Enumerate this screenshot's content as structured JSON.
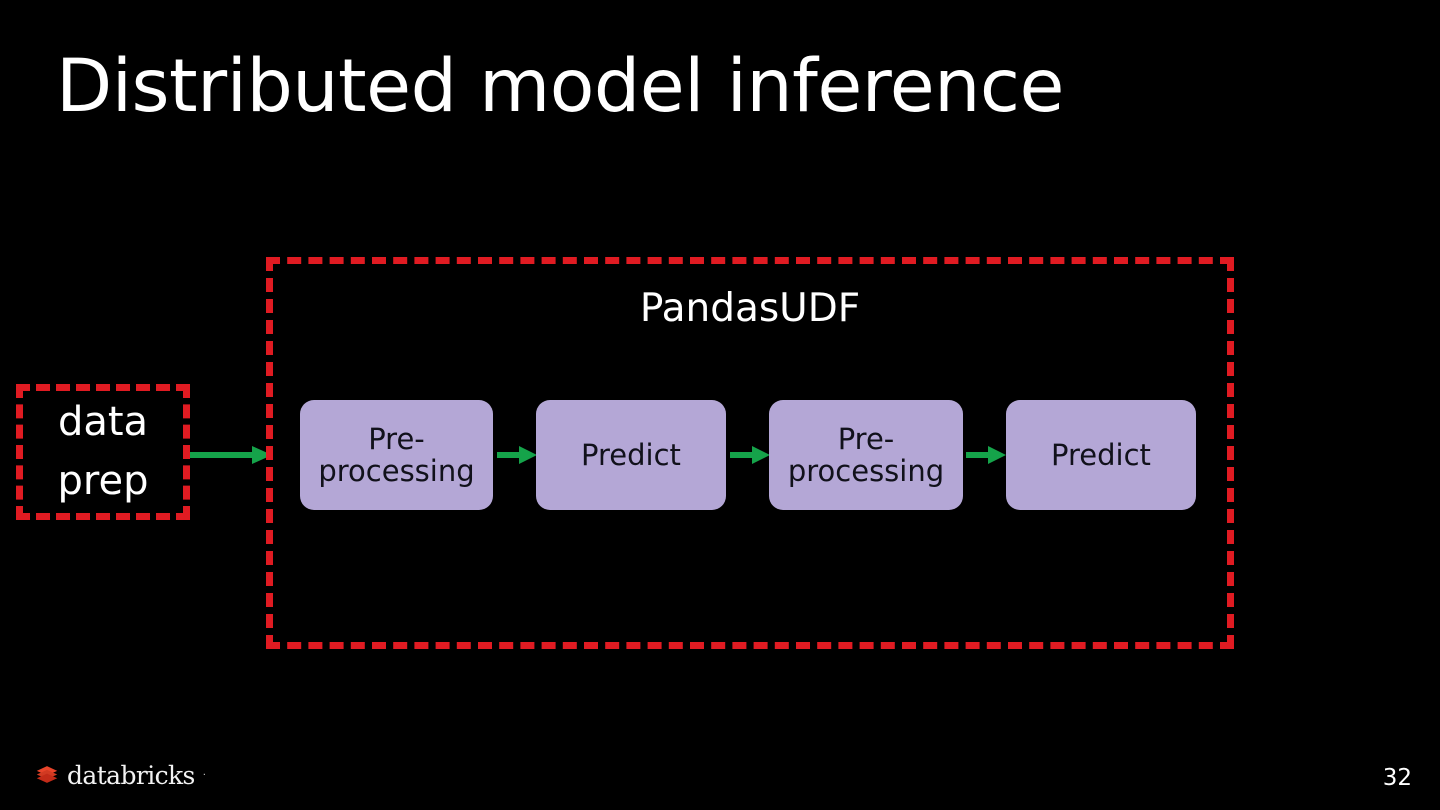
{
  "slide": {
    "title": "Distributed model inference",
    "page_number": "32",
    "background_color": "#000000",
    "title_color": "#ffffff"
  },
  "colors": {
    "dashed_border_red": "#e01b22",
    "stage_fill_purple": "#b4a7d6",
    "stage_text": "#11111b",
    "arrow_green": "#15a34a",
    "logo_red": "#e8442a",
    "logo_red_dark": "#c32b18"
  },
  "diagram": {
    "type": "flow",
    "source_node": {
      "name": "data-prep",
      "lines": [
        "data",
        "prep"
      ],
      "style": "dashed-red-outline"
    },
    "container": {
      "name": "pandas-udf",
      "label": "PandasUDF",
      "style": "dashed-red-outline"
    },
    "stages": [
      {
        "label": "Pre-\nprocessing",
        "line1": "Pre-",
        "line2": "processing"
      },
      {
        "label": "Predict",
        "line1": "Predict",
        "line2": ""
      },
      {
        "label": "Pre-\nprocessing",
        "line1": "Pre-",
        "line2": "processing"
      },
      {
        "label": "Predict",
        "line1": "Predict",
        "line2": ""
      }
    ],
    "arrows": [
      {
        "from": "data-prep",
        "to": "stage-1"
      },
      {
        "from": "stage-1",
        "to": "stage-2"
      },
      {
        "from": "stage-2",
        "to": "stage-3"
      },
      {
        "from": "stage-3",
        "to": "stage-4"
      }
    ]
  },
  "footer": {
    "brand": "databricks",
    "trademark": "·",
    "logo_icon": "databricks-stacked-layers-icon"
  }
}
